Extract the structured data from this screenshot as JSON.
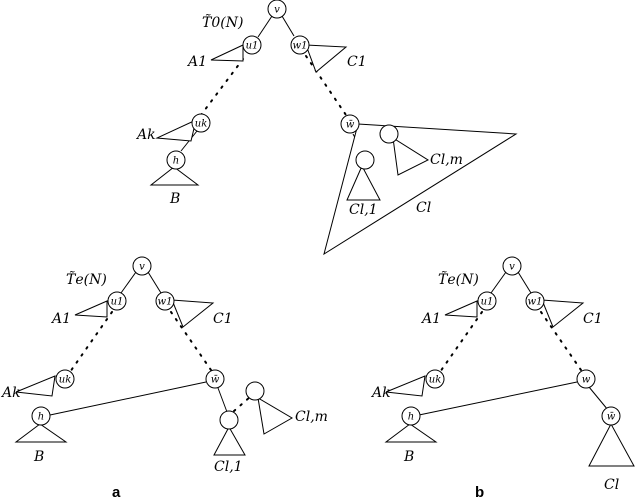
{
  "top": {
    "tree_label": "T̃0(N)",
    "nodes": {
      "v": "v",
      "u1": "u1",
      "w1": "w1",
      "uk": "uk",
      "h": "h",
      "w_bar": "w̄"
    },
    "subtrees": {
      "A1": "A1",
      "Ak": "Ak",
      "B": "B",
      "C1": "C1",
      "Cl": "Cl",
      "Cl1": "Cl,1",
      "Clm": "Cl,m"
    }
  },
  "panel_a": {
    "tree_label": "T̃e(N)",
    "nodes": {
      "v": "v",
      "u1": "u1",
      "w1": "w1",
      "uk": "uk",
      "h": "h",
      "w_bar": "w̄"
    },
    "subtrees": {
      "A1": "A1",
      "Ak": "Ak",
      "B": "B",
      "C1": "C1",
      "Cl1": "Cl,1",
      "Clm": "Cl,m"
    },
    "caption": "a"
  },
  "panel_b": {
    "tree_label": "T̃e(N)",
    "nodes": {
      "v": "v",
      "u1": "u1",
      "w1": "w1",
      "uk": "uk",
      "h": "h",
      "w": "w",
      "w_bar": "w̄"
    },
    "subtrees": {
      "A1": "A1",
      "Ak": "Ak",
      "B": "B",
      "C1": "C1",
      "Cl": "Cl"
    },
    "caption": "b"
  }
}
